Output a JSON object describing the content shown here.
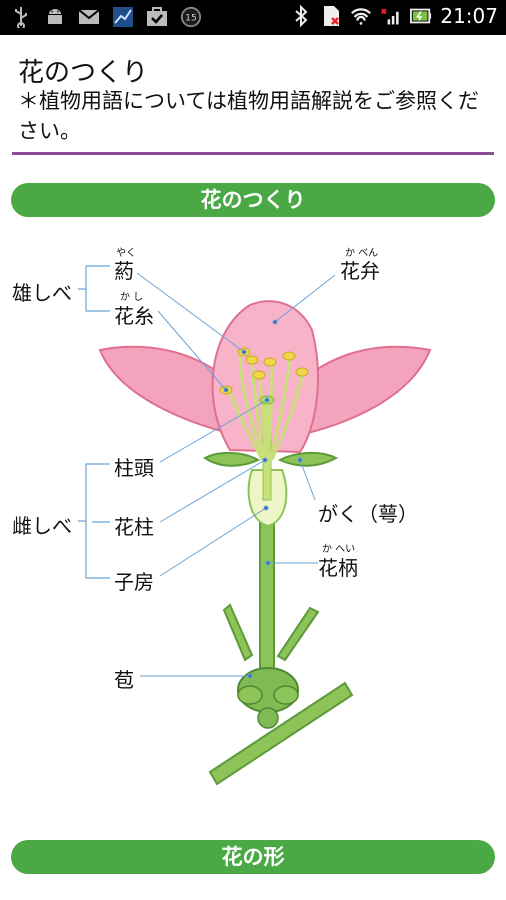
{
  "status_bar": {
    "time": "21:07",
    "notification_badge": "15",
    "icons": [
      "usb-icon",
      "android-icon",
      "mail-icon",
      "chart-app-icon",
      "task-icon",
      "badge-icon",
      "bluetooth-icon",
      "sim-icon",
      "wifi-icon",
      "signal-icon",
      "battery-icon"
    ]
  },
  "header": {
    "title": "花のつくり",
    "note": "＊植物用語については植物用語解説をご参照ください。"
  },
  "sections": [
    {
      "title": "花のつくり"
    },
    {
      "title": "花の形"
    }
  ],
  "diagram": {
    "labels": {
      "stamen": "雄しべ",
      "anther": "葯",
      "anther_ruby": "やく",
      "filament": "花糸",
      "filament_ruby": "か し",
      "petal": "花弁",
      "petal_ruby": "か べん",
      "pistil": "雌しべ",
      "stigma": "柱頭",
      "style": "花柱",
      "ovary": "子房",
      "sepal": "がく（萼）",
      "pedicel": "花柄",
      "pedicel_ruby": "か へい",
      "bract": "苞"
    },
    "colors": {
      "petal": "#f4a3bd",
      "petal_edge": "#e0708f",
      "stem": "#8cc45a",
      "stem_edge": "#5d9a3a",
      "line": "#6aa3d6",
      "stamen": "#f2d64a"
    }
  },
  "theme": {
    "accent_green": "#4aa944",
    "divider_purple": "#8b4d98"
  }
}
